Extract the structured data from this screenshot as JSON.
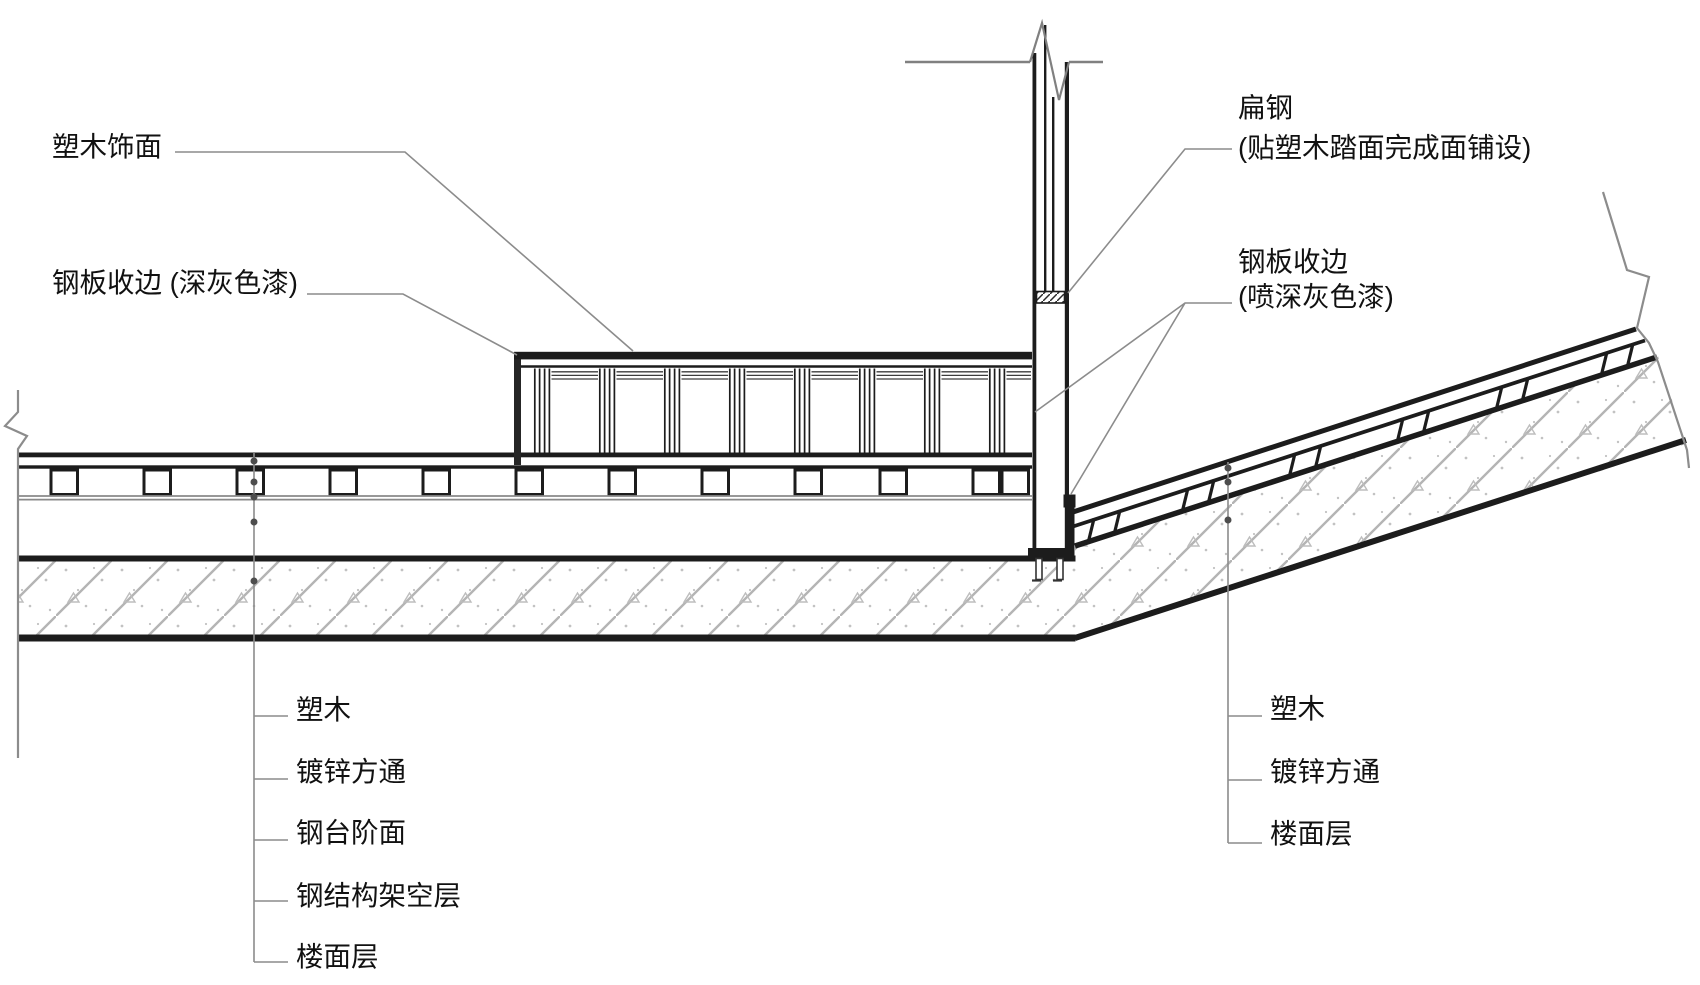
{
  "drawing": {
    "type": "architectural-section-detail",
    "annotations": {
      "plastic_wood_facing": "塑木饰面",
      "steel_edge_dark_grey": "钢板收边 (深灰色漆)",
      "flat_steel_line1": "扁钢",
      "flat_steel_line2": "(贴塑木踏面完成面铺设)",
      "steel_edge_right_line1": "钢板收边",
      "steel_edge_right_line2": "(喷深灰色漆)",
      "left_layers": [
        "塑木",
        "镀锌方通",
        "钢台阶面",
        "钢结构架空层",
        "楼面层"
      ],
      "right_layers": [
        "塑木",
        "镀锌方通",
        "楼面层"
      ]
    },
    "colors": {
      "line": "#1c1c1c",
      "leader": "#8c8c8c",
      "hatch": "#b4b4b4",
      "text": "#111111",
      "background": "#ffffff"
    }
  }
}
